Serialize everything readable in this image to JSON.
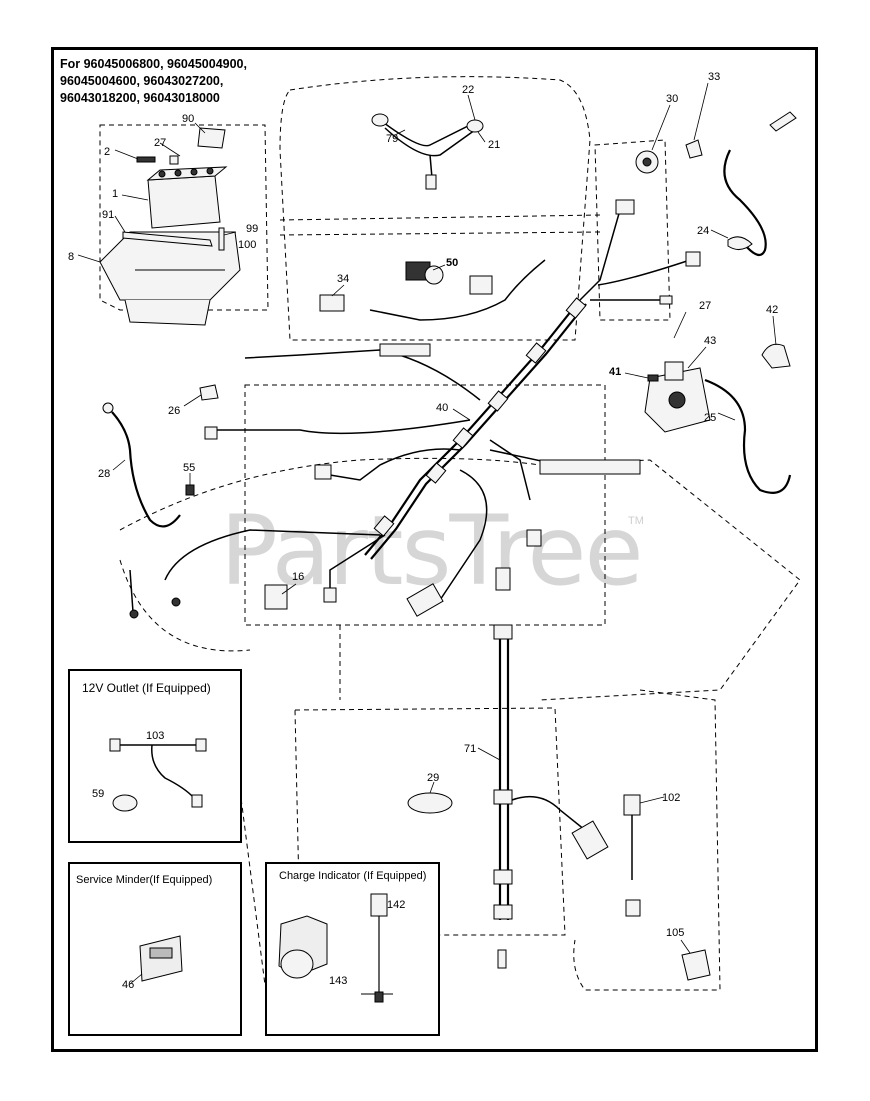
{
  "header": {
    "model_lines": [
      "For 96045006800, 96045004900,",
      "96045004600, 96043027200,",
      "96043018200, 96043018000"
    ]
  },
  "watermark": {
    "text": "PartsTree",
    "trademark": "TM"
  },
  "insets": {
    "outlet": {
      "title": "12V Outlet (If Equipped)"
    },
    "service_minder": {
      "title": "Service Minder(If Equipped)"
    },
    "charge_indicator": {
      "title": "Charge Indicator (If Equipped)"
    }
  },
  "callouts": {
    "c2": "2",
    "c27a": "27",
    "c90": "90",
    "c1": "1",
    "c91": "91",
    "c8": "8",
    "c99": "99",
    "c100": "100",
    "c22": "22",
    "c79": "79",
    "c21": "21",
    "c30": "30",
    "c33": "33",
    "c24": "24",
    "c50": "50",
    "c34": "34",
    "c27b": "27",
    "c42": "42",
    "c43": "43",
    "c41": "41",
    "c26": "26",
    "c40": "40",
    "c25": "25",
    "c28": "28",
    "c55": "55",
    "c16": "16",
    "c103": "103",
    "c59": "59",
    "c71": "71",
    "c29": "29",
    "c102": "102",
    "c46": "46",
    "c142": "142",
    "c143": "143",
    "c105": "105"
  },
  "colors": {
    "line": "#000000",
    "watermark": "#d6d6d6"
  }
}
